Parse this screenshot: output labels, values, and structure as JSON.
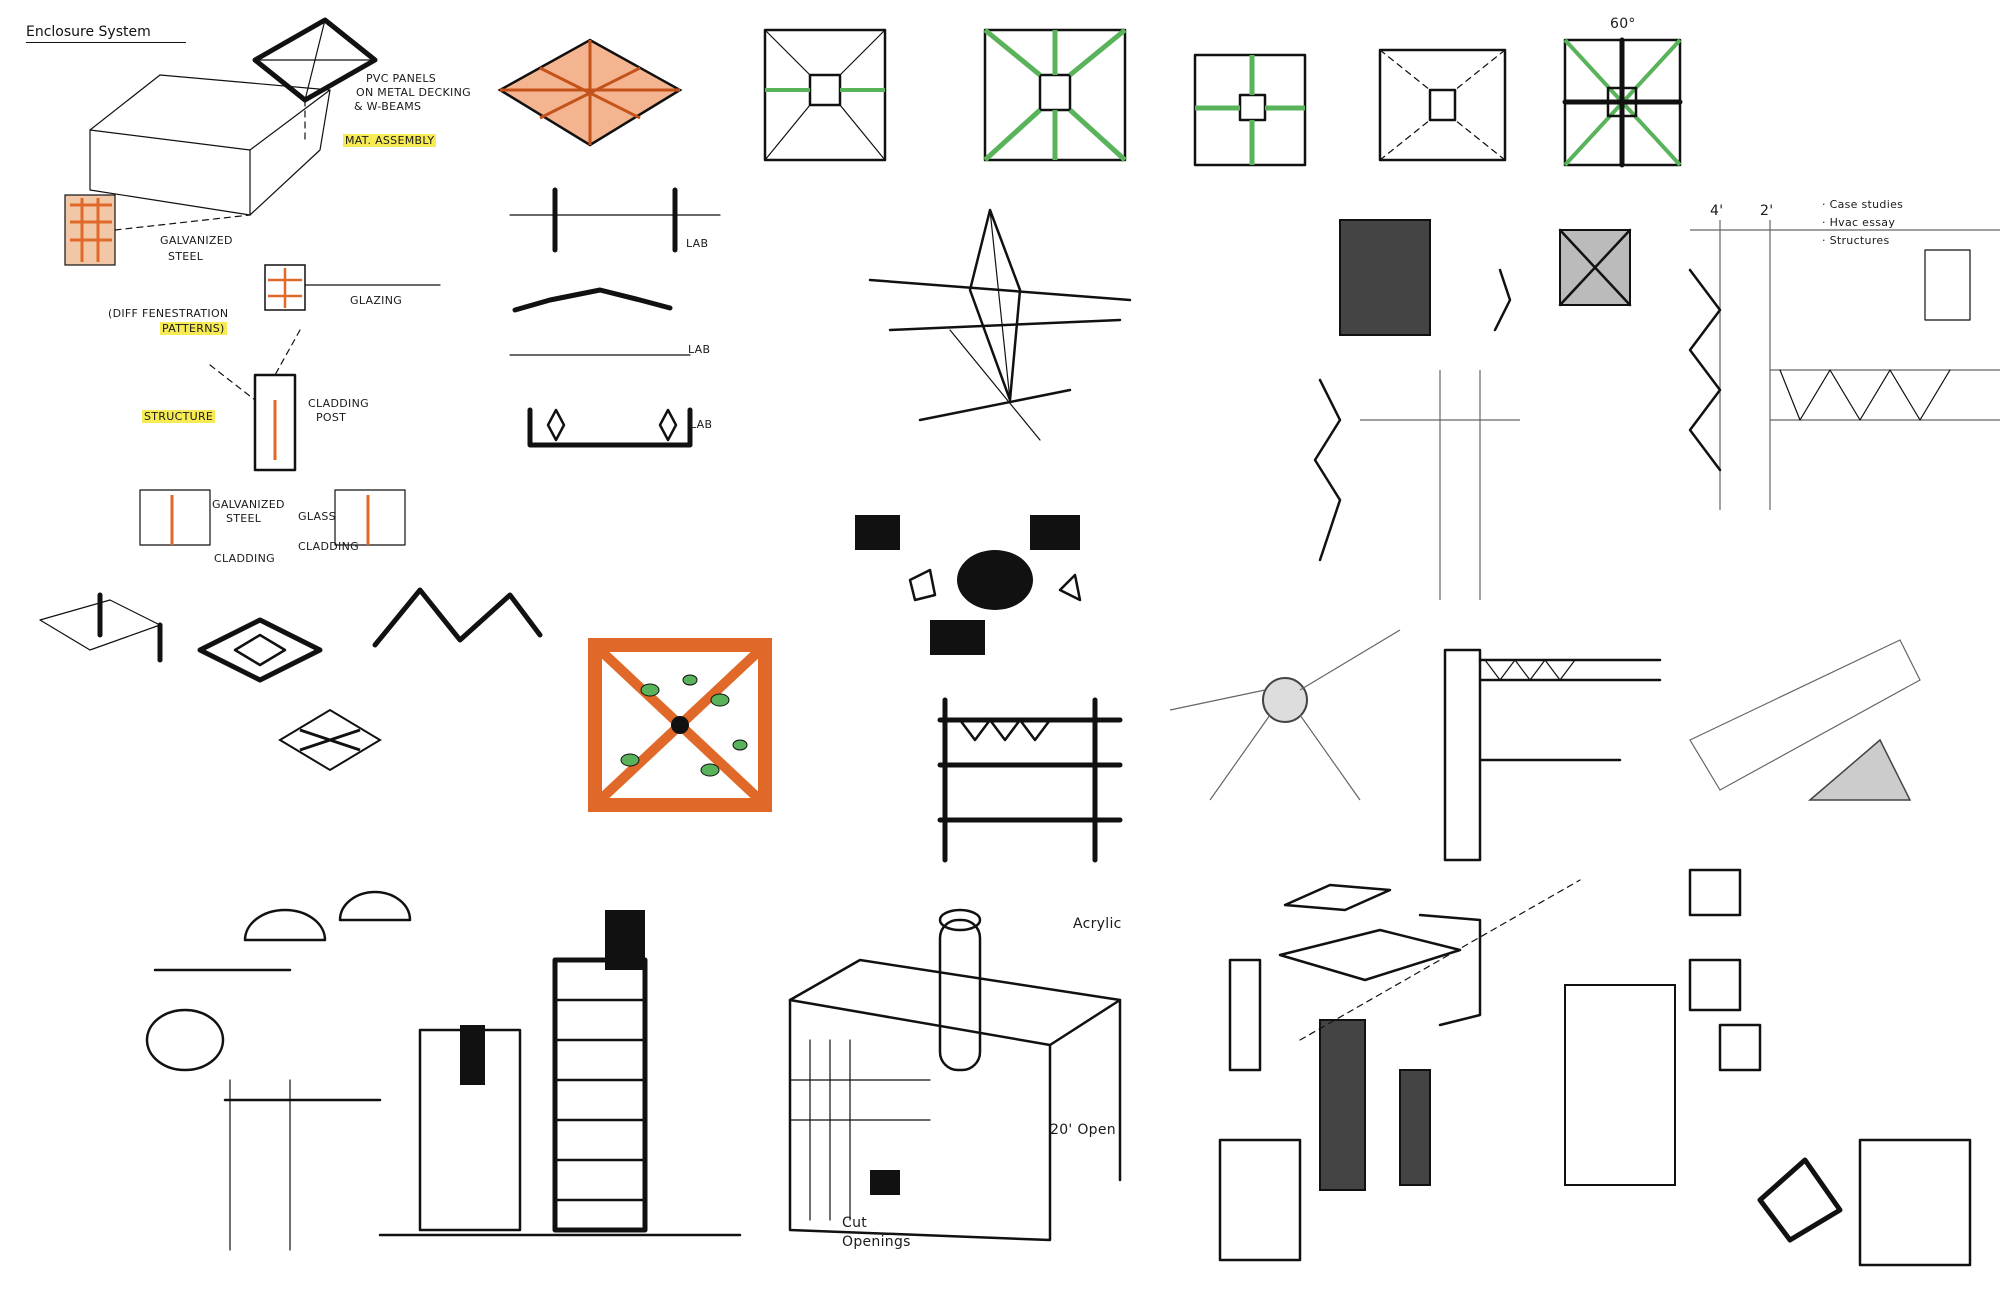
{
  "title": "Enclosure System",
  "notes": {
    "pvc_panels": "PVC Panels",
    "metal_decking": "on metal decking",
    "w_beams": "& W-Beams",
    "mat_assembly": "Mat. Assembly",
    "galvanized_steel_1a": "Galvanized",
    "galvanized_steel_1b": "Steel",
    "glazing": "Glazing",
    "diff_fenestration_a": "(Diff Fenestration",
    "diff_fenestration_b": "Patterns)",
    "structure": "Structure",
    "cladding_post_a": "Cladding",
    "cladding_post_b": "Post",
    "galvanized_steel_2a": "Galvanized",
    "galvanized_steel_2b": "Steel",
    "cladding_1": "Cladding",
    "glass": "Glass",
    "cladding_2": "Cladding",
    "lab_1": "Lab",
    "lab_2": "Lab",
    "lab_3": "Lab",
    "sixty": "60°",
    "four_ft": "4'",
    "two_ft": "2'",
    "case_studies": "· Case studies",
    "hvac_essay": "· Hvac essay",
    "structures": "· Structures",
    "acrylic": "Acrylic",
    "twenty_open": "20' Open",
    "cut_openings_a": "Cut",
    "cut_openings_b": "Openings"
  },
  "colors": {
    "ink": "#111111",
    "highlight": "#f6ea55",
    "orange": "#e0692a",
    "green": "#58b35a",
    "pencil": "#666666"
  }
}
